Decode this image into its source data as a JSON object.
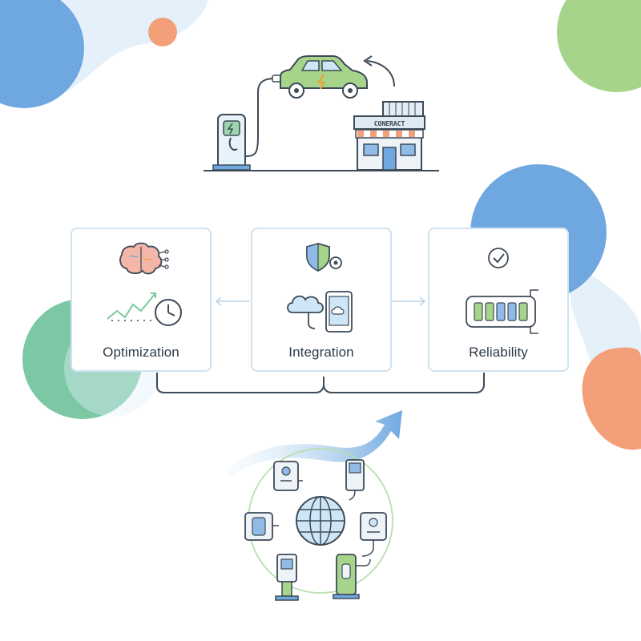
{
  "diagram": {
    "store_sign": "CONERACT",
    "cards": [
      {
        "id": "optimization",
        "label": "Optimization"
      },
      {
        "id": "integration",
        "label": "Integration"
      },
      {
        "id": "reliability",
        "label": "Reliability"
      }
    ]
  },
  "colors": {
    "blue": "#6fa8e0",
    "green": "#a6d48a",
    "teal": "#7cc8a4",
    "orange": "#f3a07a",
    "card_border": "#cfe3f1",
    "outline": "#3d4a57"
  }
}
